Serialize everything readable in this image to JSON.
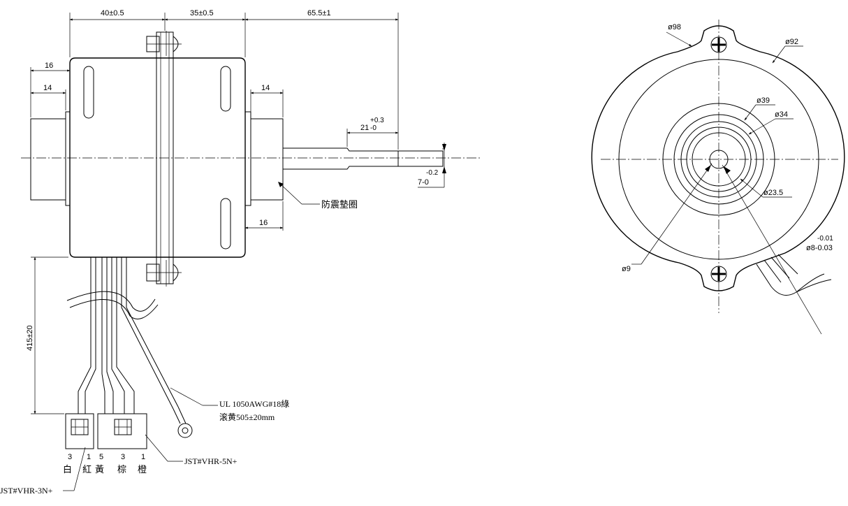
{
  "side_view": {
    "dims": {
      "body_width": "40±0.5",
      "flange_to_shaft_step": "35±0.5",
      "shaft_length": "65.5±1",
      "left_hub_outer": "16",
      "left_hub_inner": "14",
      "right_hub_top": "14",
      "right_hub_bottom": "16",
      "step_len": "21",
      "step_tol_upper": "+0.3",
      "step_tol_lower": "-0",
      "shaft_dia_tol": "-0.2",
      "shaft_dia": "7-0",
      "lead_length": "415±20"
    },
    "labels": {
      "rubber_ring": "防震墊圈",
      "ground_wire_spec": "UL 1050AWG#18綠",
      "ground_wire_len": "滚黄505±20mm",
      "connector_5": "JST#VHR-5N+",
      "connector_3": "JST#VHR-3N+"
    },
    "pins": {
      "three_pin": [
        "3",
        "1"
      ],
      "five_pin": [
        "5",
        "3",
        "1"
      ]
    },
    "wire_colors": [
      "白",
      "紅",
      "黃",
      "棕",
      "橙"
    ]
  },
  "front_view": {
    "dims": {
      "outer_mount": "ø98",
      "housing": "ø92",
      "boss_outer": "ø39",
      "boss_inner": "ø34",
      "bearing": "ø23.5",
      "shaft_tol": "-0.01",
      "shaft": "ø8-0.03",
      "hole": "ø9"
    }
  }
}
